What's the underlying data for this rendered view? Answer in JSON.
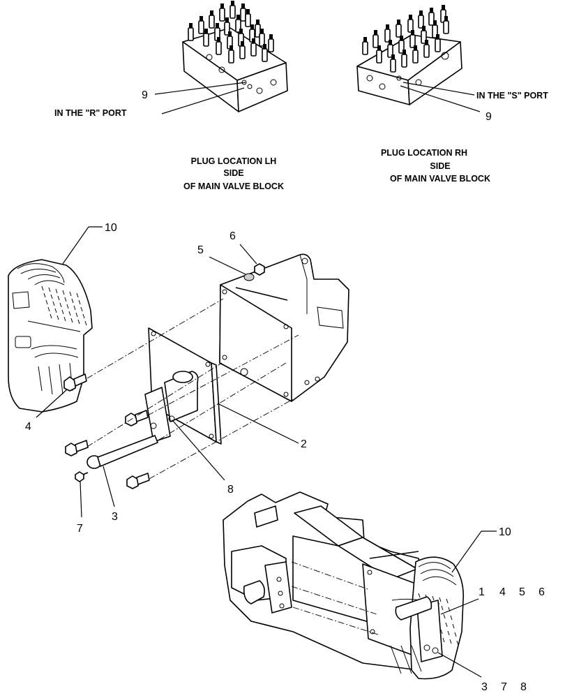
{
  "notes": {
    "r_port": "IN THE \"R\" PORT",
    "s_port": "IN THE \"S\" PORT",
    "lh_line1": "PLUG LOCATION LH",
    "lh_line2": "SIDE",
    "lh_line3": "OF MAIN VALVE BLOCK",
    "rh_line1": "PLUG LOCATION RH",
    "rh_line2": "SIDE",
    "rh_line3": "OF MAIN VALVE BLOCK"
  },
  "callouts": {
    "c9_left": "9",
    "c9_right": "9",
    "c10_top": "10",
    "c5": "5",
    "c6": "6",
    "c4": "4",
    "c2": "2",
    "c8": "8",
    "c7": "7",
    "c3": "3",
    "c10_bottom": "10",
    "group_top": [
      "1",
      "4",
      "5",
      "6"
    ],
    "group_bottom": [
      "3",
      "7",
      "8"
    ]
  }
}
